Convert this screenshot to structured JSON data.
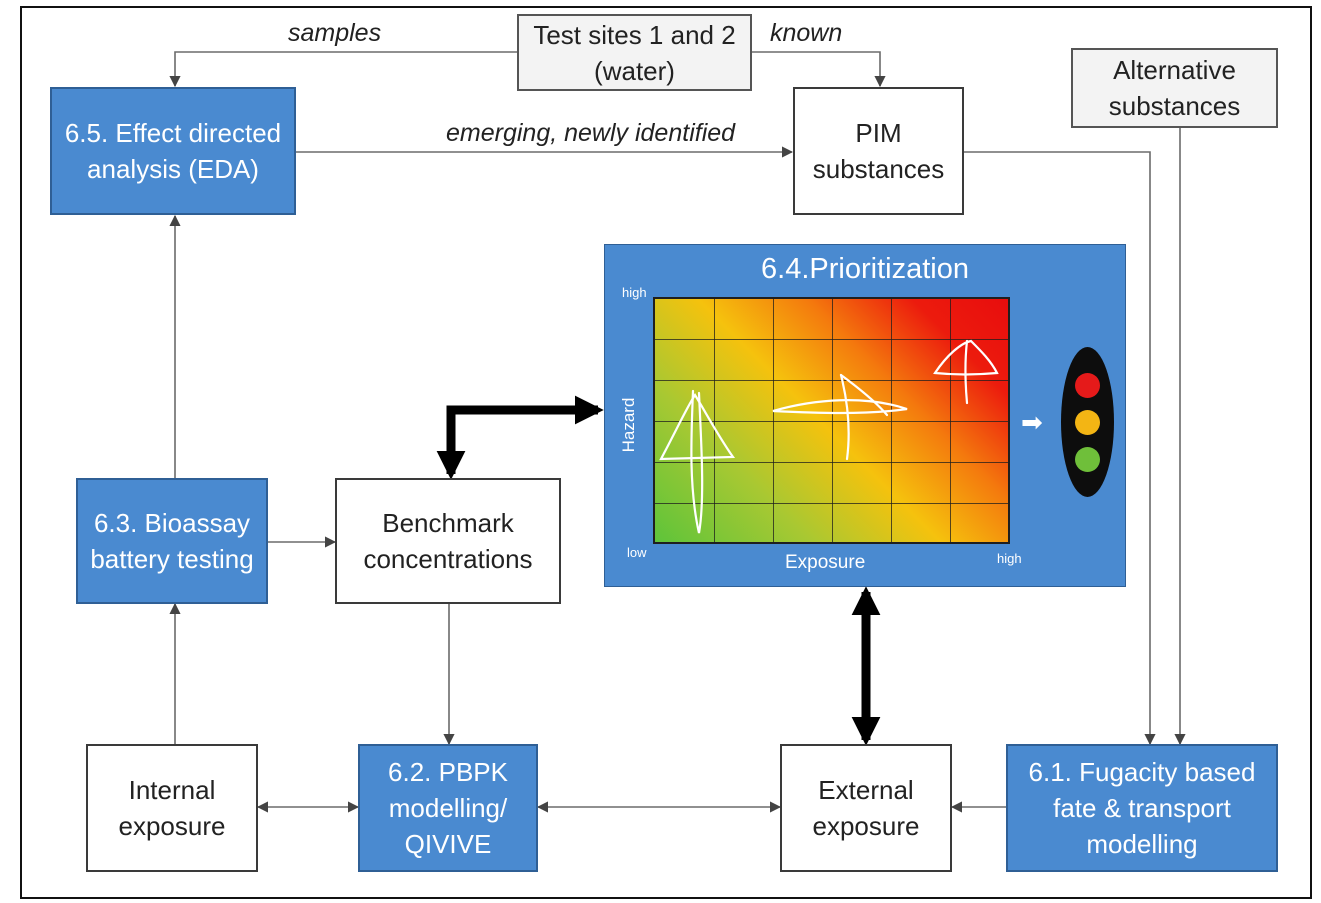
{
  "nodes": {
    "test_sites": "Test sites 1 and 2 (water)",
    "eda": "6.5. Effect directed analysis (EDA)",
    "pim": "PIM substances",
    "alternative": "Alternative substances",
    "bioassay": "6.3. Bioassay battery testing",
    "benchmark": "Benchmark concentrations",
    "internal": "Internal exposure",
    "pbpk": "6.2. PBPK modelling/ QIVIVE",
    "external": "External exposure",
    "fugacity": "6.1. Fugacity based fate & transport modelling"
  },
  "edge_labels": {
    "samples": "samples",
    "known": "known",
    "emerging": "emerging, newly identified"
  },
  "prioritization": {
    "title": "6.4.Prioritization",
    "y_axis": "Hazard",
    "x_axis": "Exposure",
    "y_high": "high",
    "x_low": "low",
    "x_high": "high"
  },
  "colors": {
    "blue_box": "#4a8ad0",
    "heat_low": "#5ec43a",
    "heat_mid": "#f5c20d",
    "heat_high": "#e80d0d",
    "light_red": "#e51a1a",
    "light_amber": "#f3b514",
    "light_green": "#6fbf3a"
  }
}
